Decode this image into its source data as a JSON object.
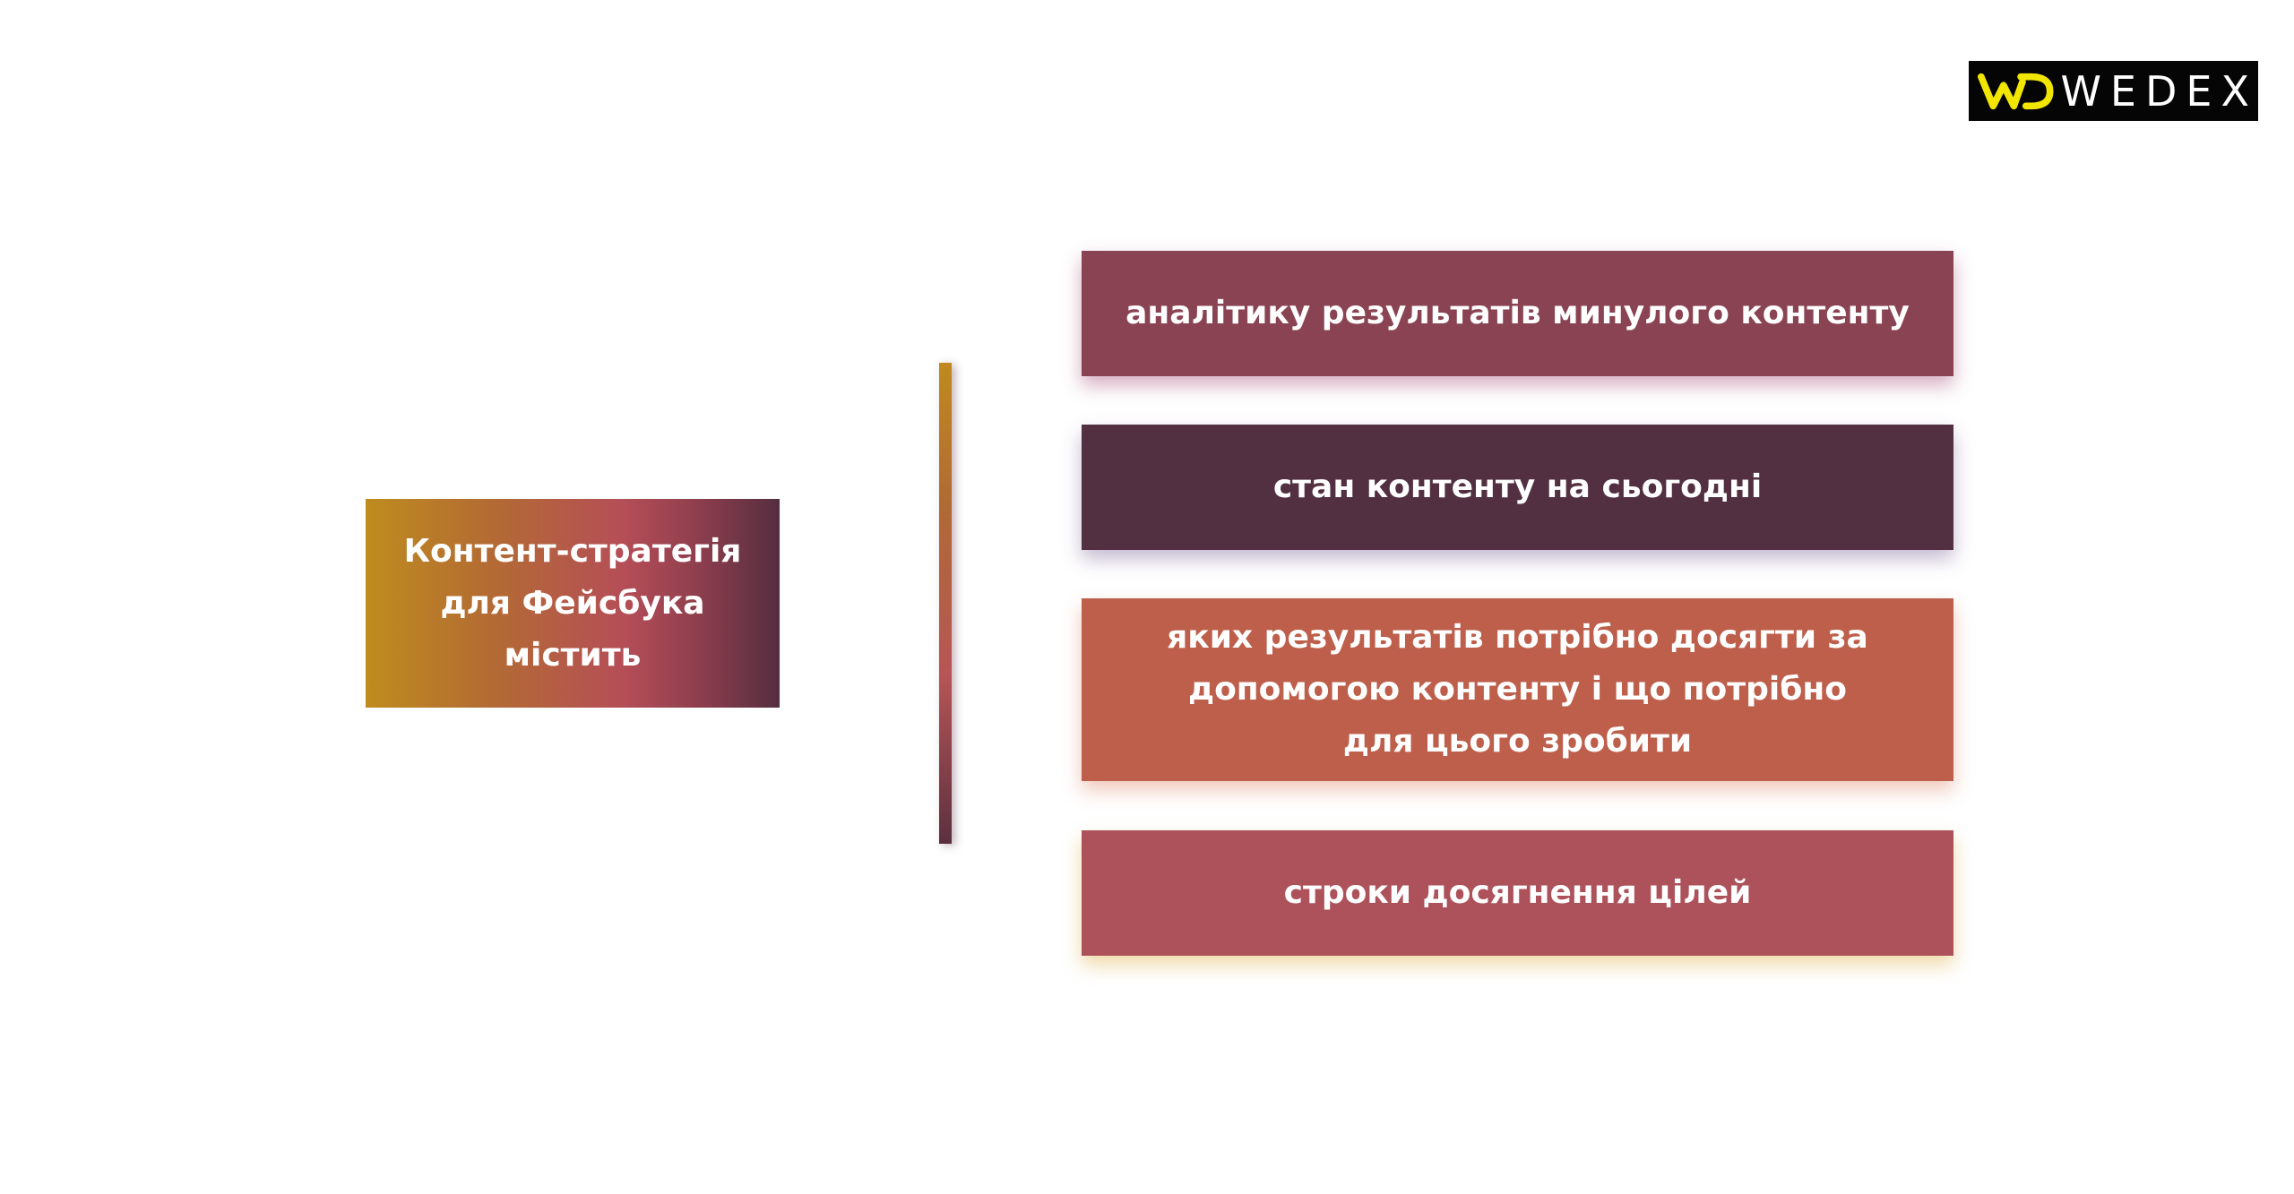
{
  "logo": {
    "brand": "WEDEX",
    "mark": "WD"
  },
  "center": {
    "text": "Контент-стратегія\nдля Фейсбука\nмістить"
  },
  "items": [
    {
      "text": "аналітику результатів минулого контенту",
      "color": "#8a4352"
    },
    {
      "text": "стан контенту на сьогодні",
      "color": "#522f41"
    },
    {
      "text": "яких результатів потрібно досягти за\nдопомогою контенту і що потрібно\nдля цього зробити",
      "color": "#bd5f4b"
    },
    {
      "text": "строки досягнення цілей",
      "color": "#ad525b"
    }
  ],
  "colors": {
    "logo_accent": "#f2e600",
    "logo_background": "#050505"
  }
}
